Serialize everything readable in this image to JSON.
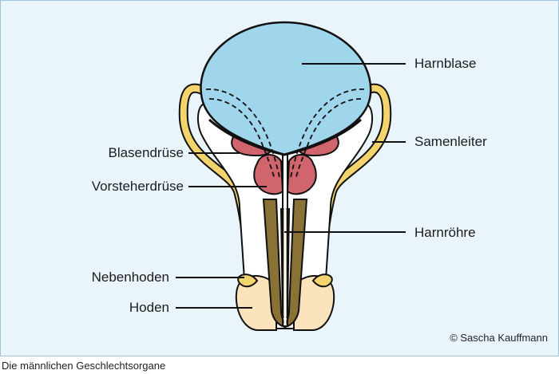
{
  "labels": {
    "harnblase": "Harnblase",
    "samenleiter": "Samenleiter",
    "harnroehre": "Harnröhre",
    "blasendruese": "Blasendrüse",
    "vorsteherdruese": "Vorsteherdrüse",
    "nebenhoden": "Nebenhoden",
    "hoden": "Hoden"
  },
  "credit": "© Sascha Kauffmann",
  "caption": "Die männlichen Geschlechtsorgane",
  "colors": {
    "background": "#eaf4fb",
    "bladder": "#9fd6ec",
    "vas_deferens": "#f3d36b",
    "glands": "#d0656e",
    "testis": "#fbe3bb",
    "urethra": "#8a7236",
    "outline": "#111111"
  }
}
